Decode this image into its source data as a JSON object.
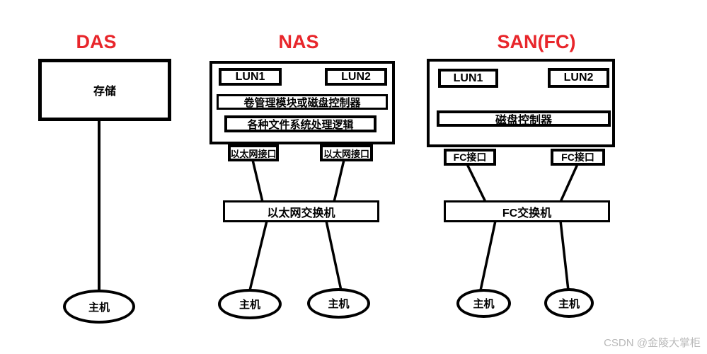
{
  "colors": {
    "title_red": "#e8262b",
    "shape_black": "#000000",
    "watermark_gray": "#b9b9b9",
    "background": "#ffffff"
  },
  "das": {
    "title": "DAS",
    "storage": "存储",
    "host": "主机"
  },
  "nas": {
    "title": "NAS",
    "lun1": "LUN1",
    "lun2": "LUN2",
    "volume_module": "卷管理模块或磁盘控制器",
    "filesystem_logic": "各种文件系统处理逻辑",
    "eth_interface_left": "以太网接口",
    "eth_interface_right": "以太网接口",
    "eth_switch": "以太网交换机",
    "host_left": "主机",
    "host_right": "主机"
  },
  "san": {
    "title": "SAN(FC)",
    "lun1": "LUN1",
    "lun2": "LUN2",
    "disk_controller": "磁盘控制器",
    "fc_interface_left": "FC接口",
    "fc_interface_right": "FC接口",
    "fc_switch": "FC交换机",
    "host_left": "主机",
    "host_right": "主机"
  },
  "watermark": "CSDN @金陵大掌柜"
}
